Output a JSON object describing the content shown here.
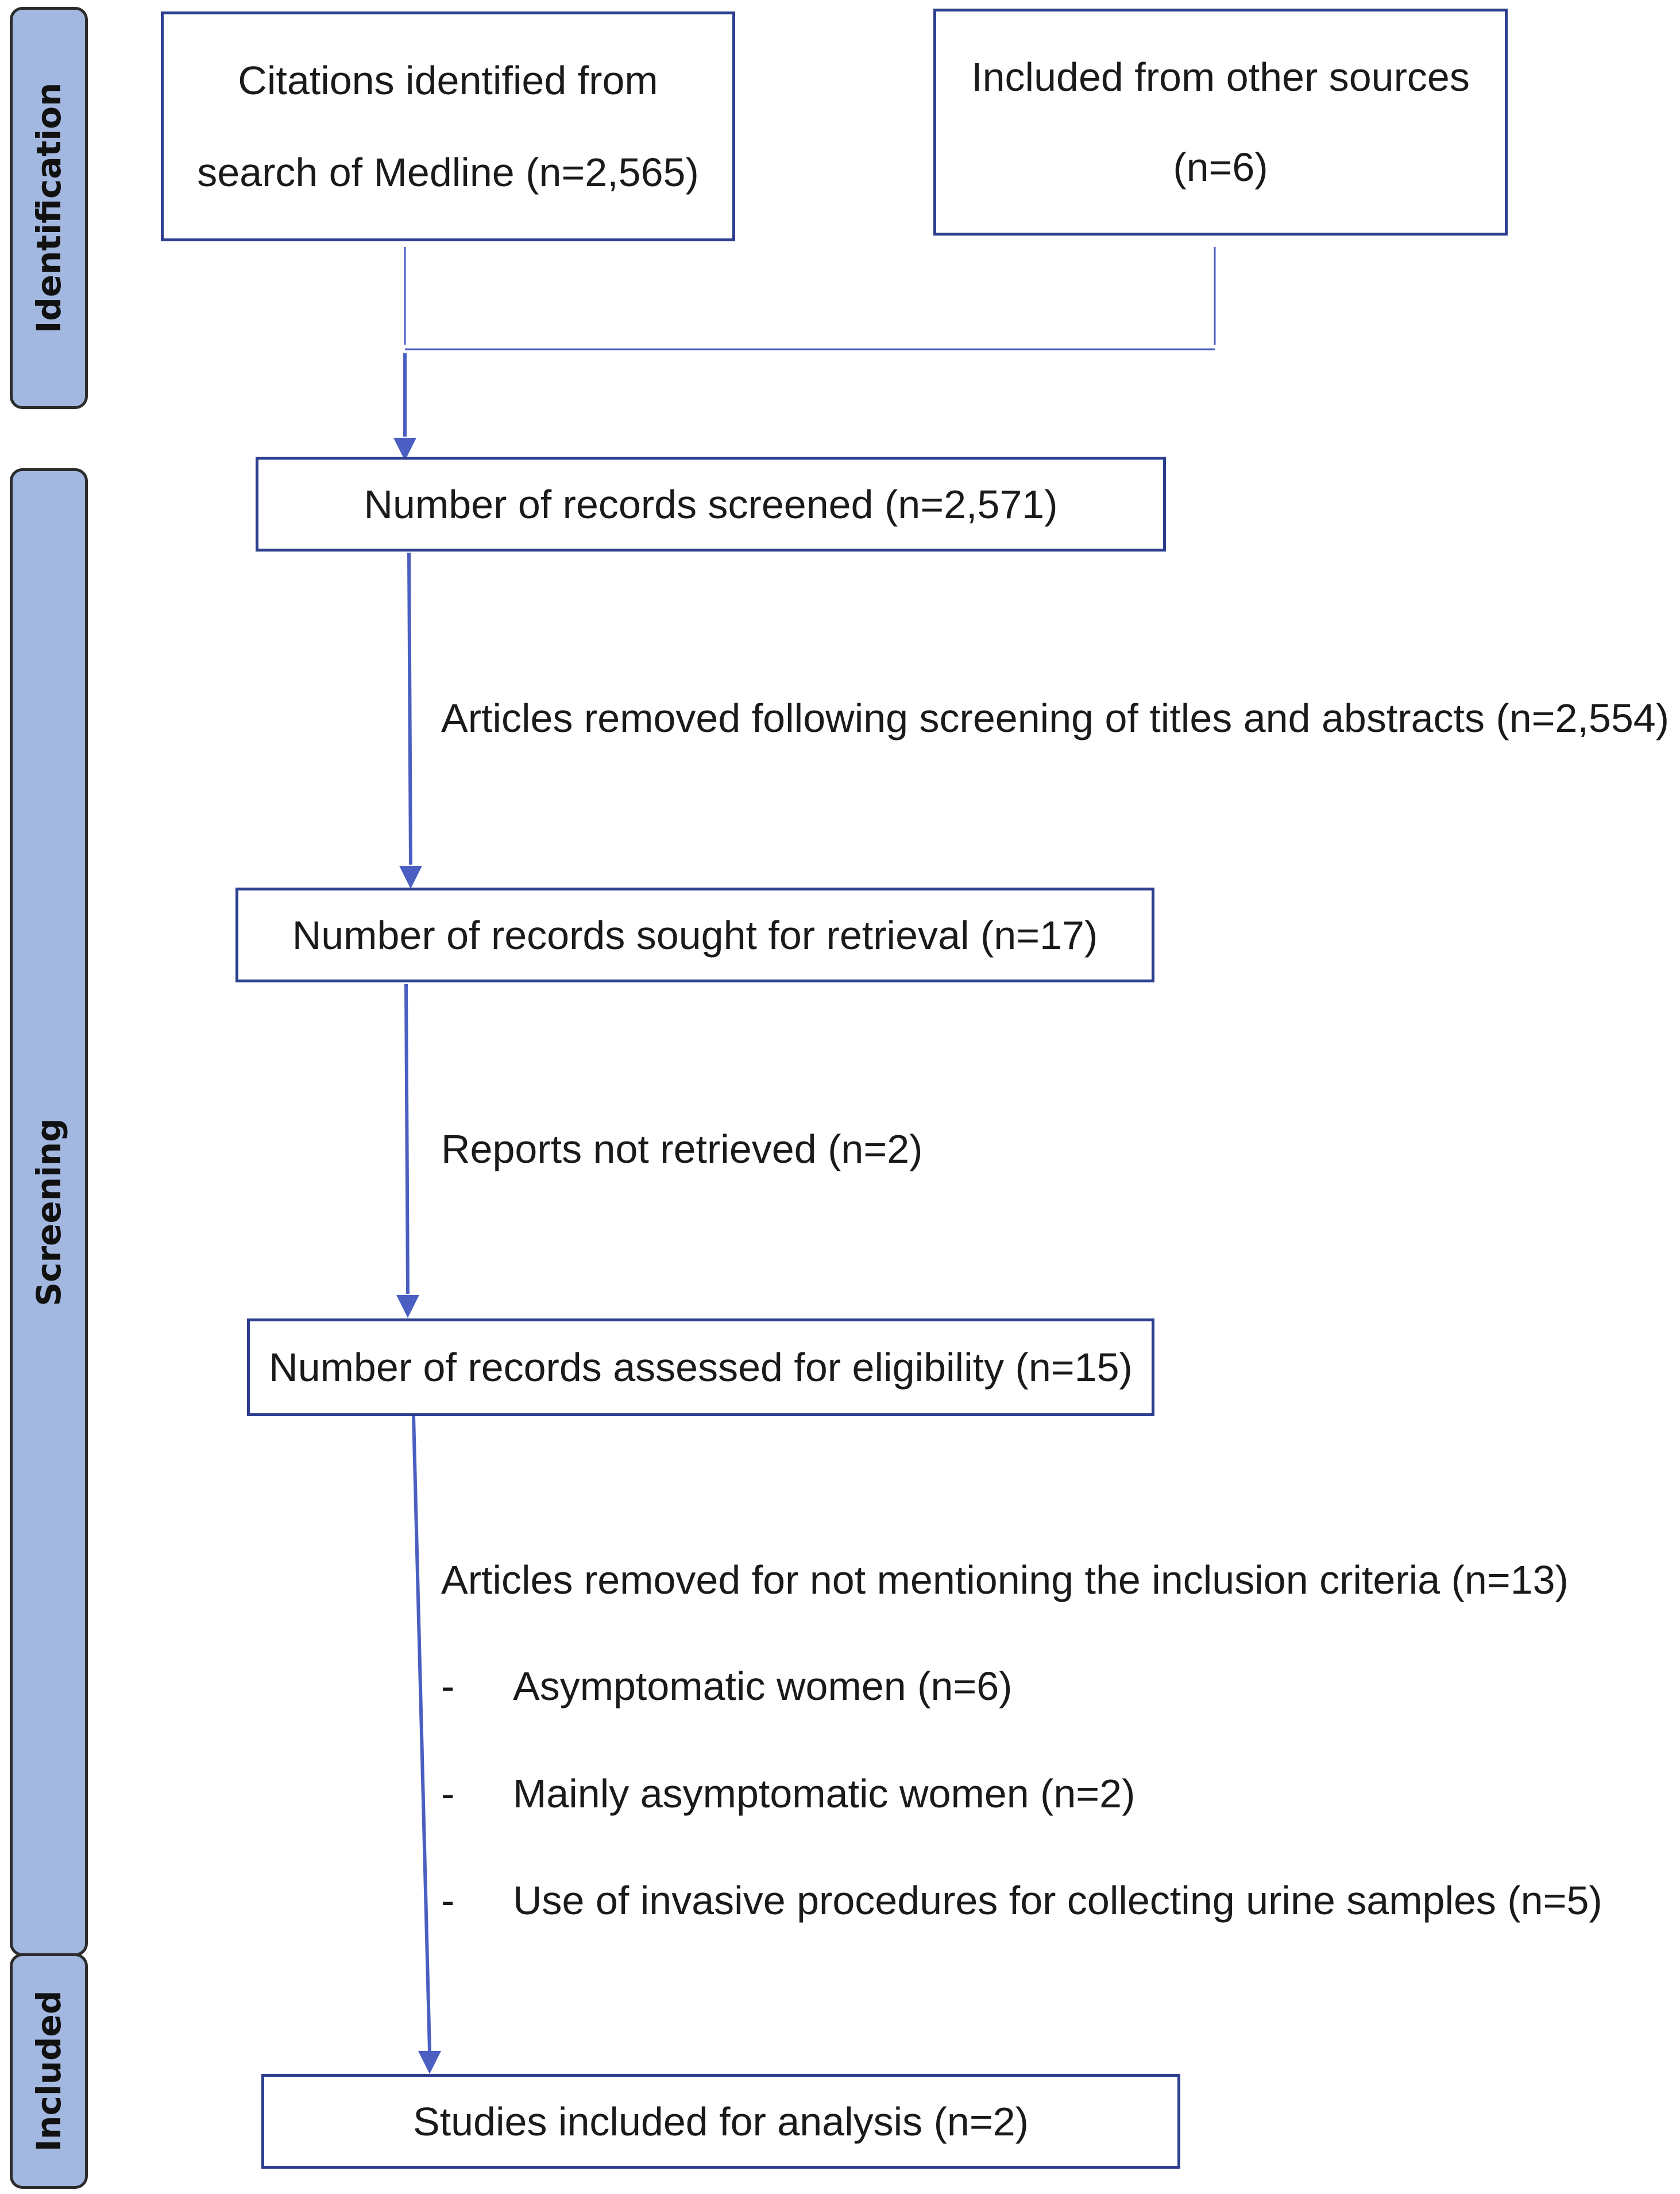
{
  "phases": {
    "identification": "Identification",
    "screening": "Screening",
    "included": "Included"
  },
  "boxes": {
    "medline": {
      "line1": "Citations identified from",
      "line2": "search of Medline (n=2,565)"
    },
    "other_sources": {
      "line1": "Included from other sources",
      "line2": "(n=6)"
    },
    "screened": "Number of records screened (n=2,571)",
    "sought": "Number of records sought for retrieval (n=17)",
    "assessed": "Number of records assessed for eligibility (n=15)",
    "included": "Studies included for analysis (n=2)"
  },
  "annotations": {
    "removed_titles": "Articles removed following screening of titles and abstracts (n=2,554)",
    "not_retrieved": "Reports not retrieved (n=2)",
    "removed_criteria": "Articles removed for not mentioning the inclusion criteria (n=13)"
  },
  "criteria_items": [
    {
      "dash": "-",
      "text": "Asymptomatic women (n=6)"
    },
    {
      "dash": "-",
      "text": "Mainly asymptomatic women (n=2)"
    },
    {
      "dash": "-",
      "text": "Use of invasive procedures for collecting urine samples (n=5)"
    }
  ],
  "colors": {
    "box_border": "#2e3f8f",
    "arrow": "#4a5fc1",
    "phase_fill": "#a3b8e0",
    "phase_border": "#2c2c2c"
  }
}
